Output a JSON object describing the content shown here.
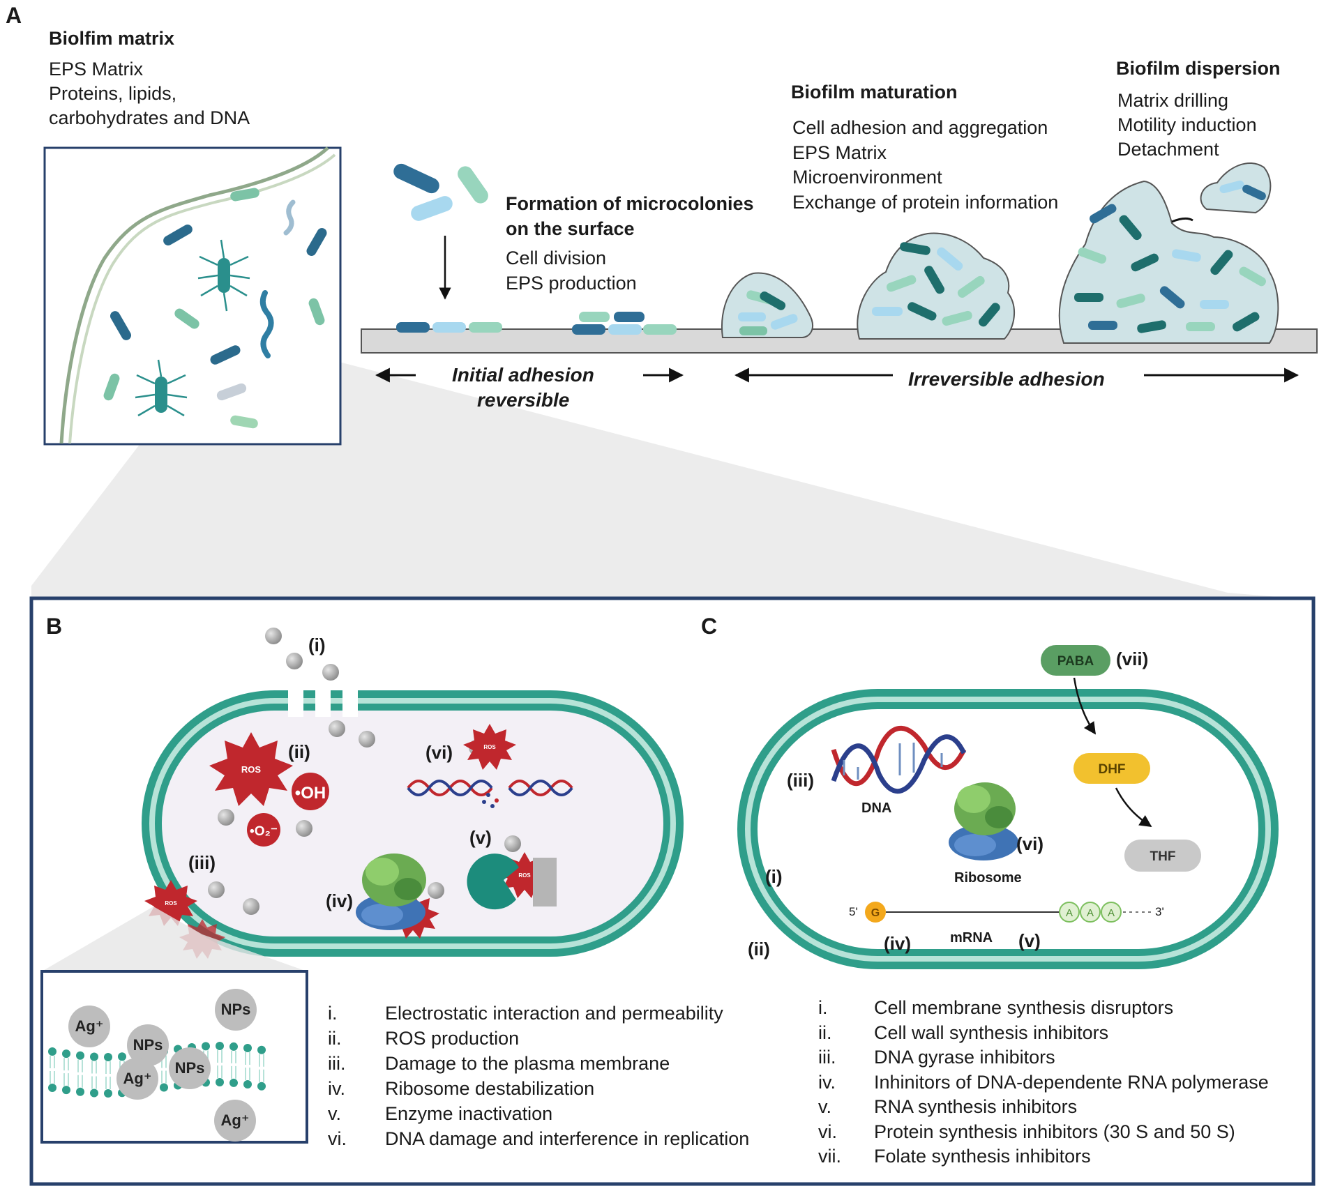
{
  "colors": {
    "membrane": "#2f9e8a",
    "membrane_light": "#b7e3d8",
    "cell_fill": "#f3f0f6",
    "ros": "#c0272d",
    "panel_border": "#27406b",
    "paba": "#5a9e63",
    "dhf": "#f2c12e",
    "thf": "#c9c9c9"
  },
  "panel_a": {
    "letter": "A",
    "matrix": {
      "title": "Biolfim matrix",
      "lines": [
        "EPS Matrix",
        "Proteins, lipids,",
        "carbohydrates and DNA"
      ]
    },
    "microcolonies": {
      "title_lines": [
        "Formation of microcolonies",
        "on the surface"
      ],
      "lines": [
        "Cell division",
        "EPS production"
      ]
    },
    "maturation": {
      "title": "Biofilm maturation",
      "lines": [
        "Cell adhesion and aggregation",
        "EPS Matrix",
        "Microenvironment",
        "Exchange of protein information"
      ]
    },
    "dispersion": {
      "title": "Biofilm dispersion",
      "lines": [
        "Matrix drilling",
        "Motility induction",
        "Detachment"
      ]
    },
    "initial_adhesion": [
      "Initial adhesion",
      "reversible"
    ],
    "irreversible_adhesion": "Irreversible adhesion"
  },
  "panel_b": {
    "letter": "B",
    "markers": [
      "(i)",
      "(ii)",
      "(iii)",
      "(iv)",
      "(v)",
      "(vi)"
    ],
    "ros_label": "ROS",
    "oh_label": "•OH",
    "o2_label": "•O₂⁻",
    "inset_labels": [
      "Ag⁺",
      "NPs",
      "NPs",
      "Ag⁺",
      "NPs",
      "Ag⁺"
    ],
    "list": [
      {
        "num": "i.",
        "text": "Electrostatic interaction and permeability"
      },
      {
        "num": "ii.",
        "text": "ROS production"
      },
      {
        "num": "iii.",
        "text": "Damage to the plasma membrane"
      },
      {
        "num": "iv.",
        "text": "Ribosome destabilization"
      },
      {
        "num": "v.",
        "text": "Enzyme inactivation"
      },
      {
        "num": "vi.",
        "text": "DNA damage and interference in replication"
      }
    ]
  },
  "panel_c": {
    "letter": "C",
    "paba": "PABA",
    "dhf": "DHF",
    "thf": "THF",
    "dna_label": "DNA",
    "ribosome_label": "Ribosome",
    "mrna_label": "mRNA",
    "mrna_5": "5'",
    "mrna_3": "3'",
    "cap": "G",
    "polya": [
      "A",
      "A",
      "A"
    ],
    "markers": {
      "i": "(i)",
      "ii": "(ii)",
      "iii": "(iii)",
      "iv": "(iv)",
      "v": "(v)",
      "vi": "(vi)",
      "vii": "(vii)"
    },
    "list": [
      {
        "num": "i.",
        "text": "Cell membrane synthesis disruptors"
      },
      {
        "num": "ii.",
        "text": "Cell wall synthesis inhibitors"
      },
      {
        "num": "iii.",
        "text": "DNA gyrase inhibitors"
      },
      {
        "num": "iv.",
        "text": "Inhinitors of DNA-dependente RNA polymerase"
      },
      {
        "num": "v.",
        "text": "RNA synthesis inhibitors"
      },
      {
        "num": "vi.",
        "text": "Protein synthesis inhibitors (30 S and 50 S)"
      },
      {
        "num": "vii.",
        "text": "Folate synthesis inhibitors"
      }
    ]
  }
}
